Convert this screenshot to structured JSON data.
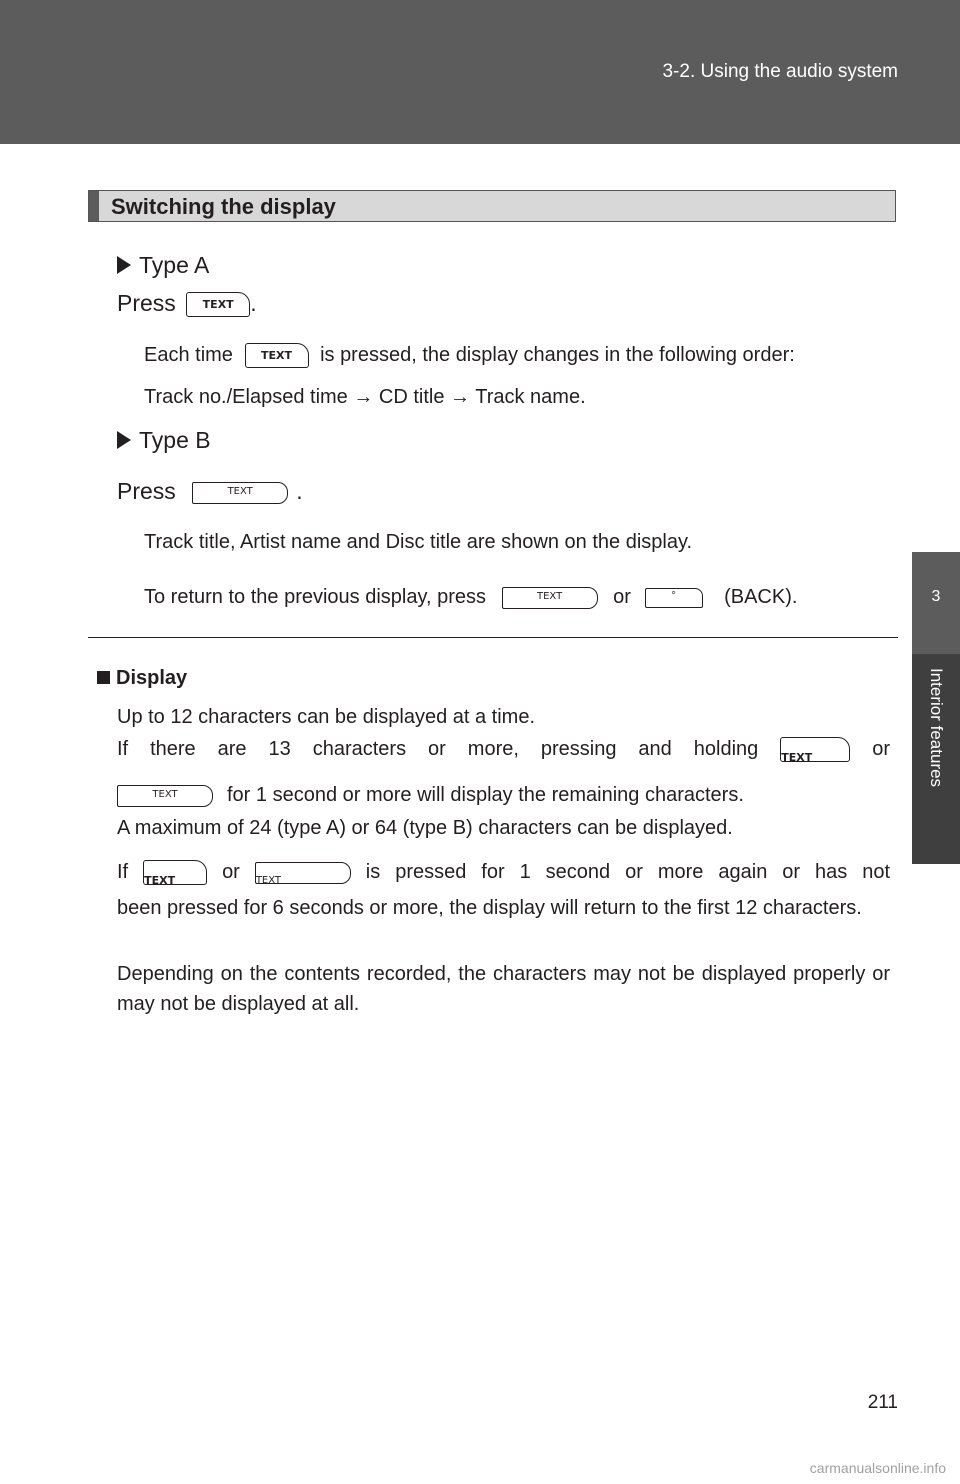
{
  "header": {
    "section": "3-2. Using the audio system"
  },
  "side_tab": {
    "chapter_number": "3",
    "chapter_title": "Interior features"
  },
  "section_title": "Switching the display",
  "type_a": {
    "heading": "Type A",
    "press": "Press",
    "press_end": ".",
    "each_time": "Each time",
    "each_time_rest": "is pressed, the display changes in the following order:",
    "order": "Track no./Elapsed time → CD title → Track name."
  },
  "type_b": {
    "heading": "Type B",
    "press": "Press",
    "press_end": ".",
    "shown": "Track title, Artist name and Disc title are shown on the display.",
    "return_text": "To return to the previous display, press",
    "or": "or",
    "back": "(BACK)."
  },
  "buttons": {
    "text_label": "TEXT",
    "back_symbol": "°"
  },
  "display_note": {
    "heading": "Display",
    "line1": "Up to 12 characters can be displayed at a time.",
    "line2_start": "If there are 13 characters or more, pressing and holding",
    "line2_or": "or",
    "line3": "for 1 second or more will display the remaining characters.",
    "line4": "A maximum of 24 (type A) or 64 (type B) characters can be displayed.",
    "line5_if": "If",
    "line5_or": "or",
    "line5_rest": "is pressed for 1 second or more again or has not",
    "line6": "been pressed for 6 seconds or more, the display will return to the first 12 characters.",
    "line7": "Depending on the contents recorded, the characters may not be displayed properly or may not be displayed at all."
  },
  "page_number": "211",
  "watermark": "carmanualsonline.info"
}
